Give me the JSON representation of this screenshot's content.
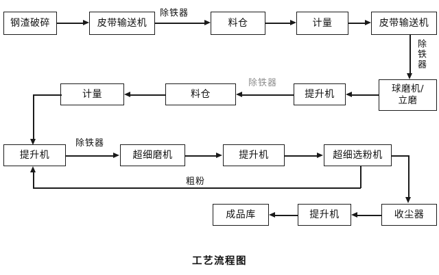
{
  "diagram": {
    "caption": "工艺流程图",
    "nodes": [
      {
        "id": "n1",
        "label": "钢渣破碎",
        "row": 1
      },
      {
        "id": "n2",
        "label": "皮带输送机",
        "row": 1
      },
      {
        "id": "n3",
        "label": "料仓",
        "row": 1
      },
      {
        "id": "n4",
        "label": "计量",
        "row": 1
      },
      {
        "id": "n5",
        "label": "皮带输送机",
        "row": 1
      },
      {
        "id": "n6",
        "label": "球磨机/\n立磨",
        "row": 2
      },
      {
        "id": "n7",
        "label": "提升机",
        "row": 2
      },
      {
        "id": "n8",
        "label": "料仓",
        "row": 2
      },
      {
        "id": "n9",
        "label": "计量",
        "row": 2
      },
      {
        "id": "n10",
        "label": "提升机",
        "row": 3
      },
      {
        "id": "n11",
        "label": "超细磨机",
        "row": 3
      },
      {
        "id": "n12",
        "label": "提升机",
        "row": 3
      },
      {
        "id": "n13",
        "label": "超细选粉机",
        "row": 3
      },
      {
        "id": "n14",
        "label": "收尘器",
        "row": 4
      },
      {
        "id": "n15",
        "label": "提升机",
        "row": 4
      },
      {
        "id": "n16",
        "label": "成品库",
        "row": 4
      }
    ],
    "edge_labels": {
      "row1_deironer": "除铁器",
      "vertical_deironer": "除铁器",
      "row2_deironer_gray": "除铁器",
      "row3_deironer": "除铁器",
      "coarse_powder": "粗粉"
    },
    "colors": {
      "stroke": "#1a1a1a",
      "text": "#111111",
      "muted_label": "#8d8d8d",
      "background": "#ffffff"
    }
  }
}
